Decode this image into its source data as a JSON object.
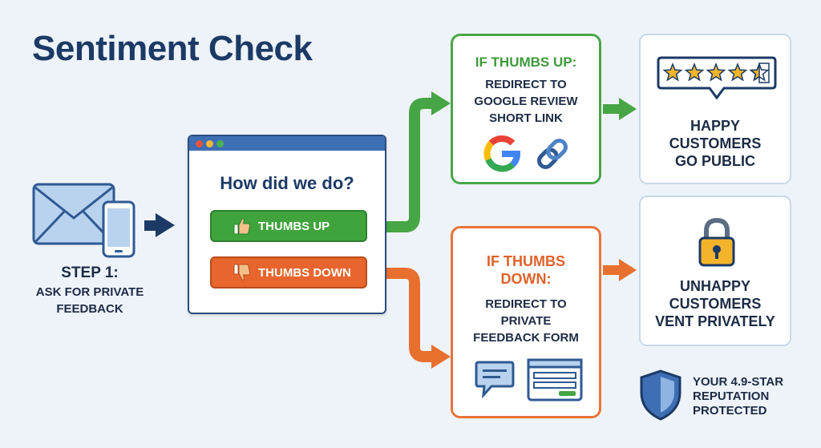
{
  "title": "Sentiment Check",
  "step": {
    "label": "STEP 1:",
    "description": "ASK FOR PRIVATE FEEDBACK"
  },
  "survey": {
    "question": "How did we do?",
    "thumbs_up_label": "THUMBS UP",
    "thumbs_down_label": "THUMBS DOWN"
  },
  "positive_path": {
    "heading": "IF THUMBS UP:",
    "action": "REDIRECT TO GOOGLE REVIEW SHORT LINK",
    "result": "HAPPY CUSTOMERS GO PUBLIC",
    "rating_stars": 4.5
  },
  "negative_path": {
    "heading": "IF THUMBS DOWN:",
    "action": "REDIRECT TO PRIVATE FEEDBACK FORM",
    "result": "UNHAPPY CUSTOMERS VENT PRIVATELY"
  },
  "badge": {
    "text": "YOUR 4.9-STAR REPUTATION PROTECTED"
  },
  "colors": {
    "navy": "#1c3a66",
    "green": "#3fa43c",
    "orange": "#e8652d",
    "blue": "#3e6fb5"
  },
  "icons": [
    "envelope-icon",
    "phone-icon",
    "arrow-right-icon",
    "thumbs-up-icon",
    "thumbs-down-icon",
    "google-logo-icon",
    "link-chain-icon",
    "star-rating-icon",
    "padlock-icon",
    "chat-bubble-icon",
    "form-window-icon",
    "shield-icon"
  ]
}
